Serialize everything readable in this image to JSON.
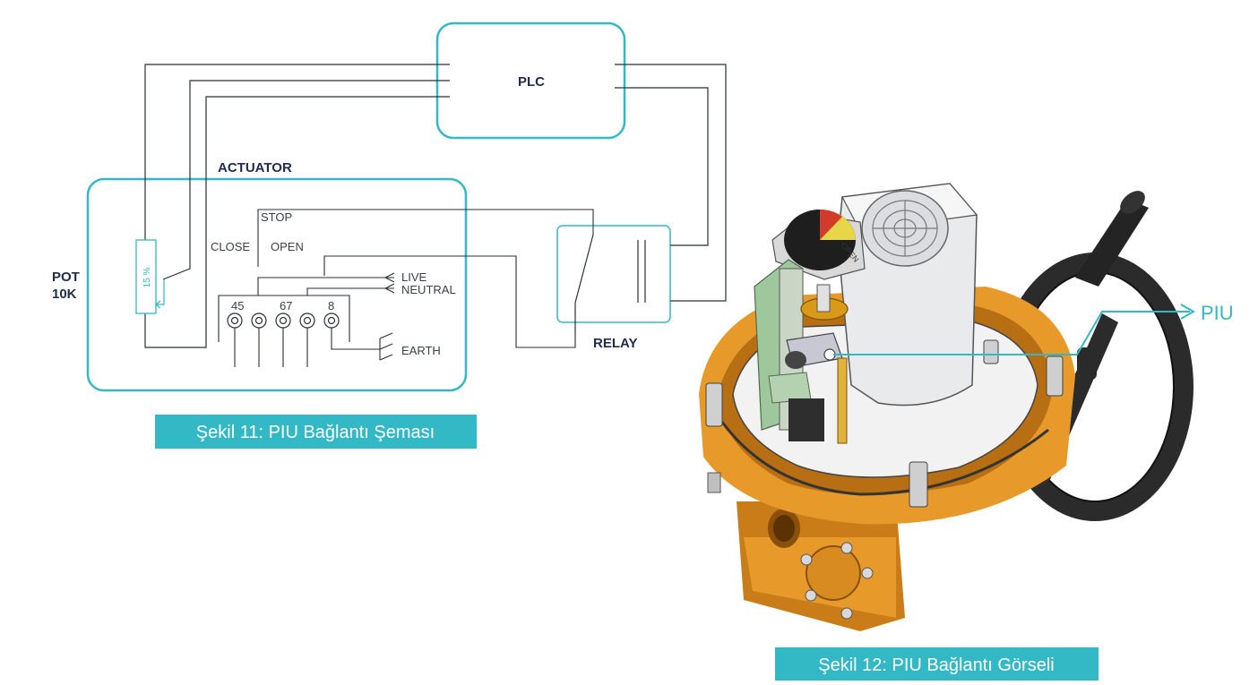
{
  "diagram": {
    "plc_label": "PLC",
    "actuator_label": "ACTUATOR",
    "pot_label_line1": "POT",
    "pot_label_line2": "10K",
    "pot_scale_label": "15 %",
    "relay_label": "RELAY",
    "stop_label": "STOP",
    "close_label": "CLOSE",
    "open_label": "OPEN",
    "live_label": "LIVE",
    "neutral_label": "NEUTRAL",
    "earth_label": "EARTH",
    "terminal_labels": [
      "45",
      "67",
      "8"
    ],
    "caption": "Şekil 11: PIU Bağlantı Şeması"
  },
  "photo": {
    "callout_label": "PIU",
    "dial_text": "OPEN",
    "caption": "Şekil 12: PIU Bağlantı Görseli"
  },
  "colors": {
    "accent": "#33b8c6",
    "line": "#2a2f3a",
    "text": "#1f2d4a",
    "housing_orange": "#e79a2a",
    "housing_dark": "#b86e12",
    "motor_grey": "#e9eaec",
    "handwheel": "#2b2b2b"
  }
}
